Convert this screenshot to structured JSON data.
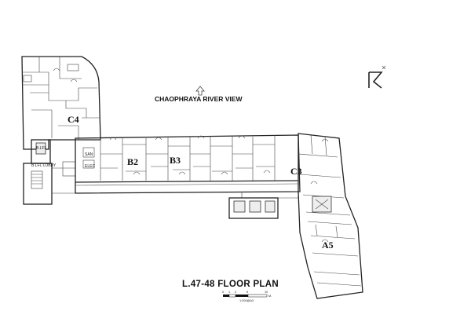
{
  "river_label": "CHAOPHRAYA RIVER VIEW",
  "title": "L.47-48  FLOOR PLAN",
  "units": [
    "C4",
    "B2",
    "B3",
    "C3",
    "A5"
  ],
  "room_labels": [
    "B.LFL",
    "B.LFL LOBBY",
    "SAN",
    "ELEC"
  ],
  "scale": {
    "ticks": [
      "0",
      "1",
      "2",
      "5",
      "10"
    ],
    "unit": "M.",
    "ratio": "1:200@A3"
  }
}
